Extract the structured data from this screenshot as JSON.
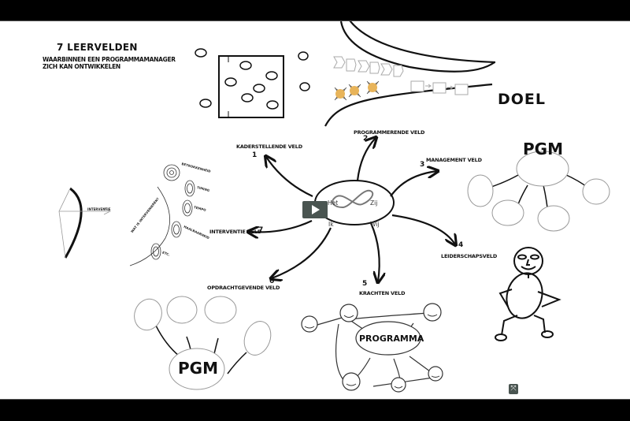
{
  "header": {
    "title": "7 LEERVELDEN",
    "subtitle_line1": "WAARBINNEN EEN PROGRAMMAMANAGER",
    "subtitle_line2": "ZICH KAN ONTWIKKELEN"
  },
  "goal": {
    "label": "DOEL"
  },
  "center": {
    "labels": {
      "top_left": "Het",
      "top_right": "Zij",
      "bottom_left": "Ik",
      "bottom_right": "Wij"
    },
    "icon": "infinity-loop-icon"
  },
  "fields": [
    {
      "number": "1",
      "label": "KADERSTELLENDE VELD"
    },
    {
      "number": "2",
      "label": "PROGRAMMERENDE VELD"
    },
    {
      "number": "3",
      "label": "MANAGEMENT VELD"
    },
    {
      "number": "4",
      "label": "LEIDERSCHAPSVELD"
    },
    {
      "number": "5",
      "label": "KRACHTEN VELD"
    },
    {
      "number": "6",
      "label": "OPDRACHTGEVENDE VELD"
    },
    {
      "number": "7",
      "label": "INTERVENTIE VELD"
    }
  ],
  "pgm_right": {
    "label": "PGM"
  },
  "pgm_left": {
    "label": "PGM"
  },
  "programma": {
    "label": "PROGRAMMA"
  },
  "intervention": {
    "bow_label": "INTERVENTIE",
    "arc_label": "WAT IS INTERVENIEREN?",
    "targets": [
      "BETROKKENHEID",
      "TIMING",
      "TEMPO",
      "HAALBAARHEID",
      "ETC."
    ]
  },
  "controls": {
    "play_icon": "play-icon",
    "fullscreen_icon": "fullscreen-icon",
    "fullscreen_glyph": "⤧"
  }
}
